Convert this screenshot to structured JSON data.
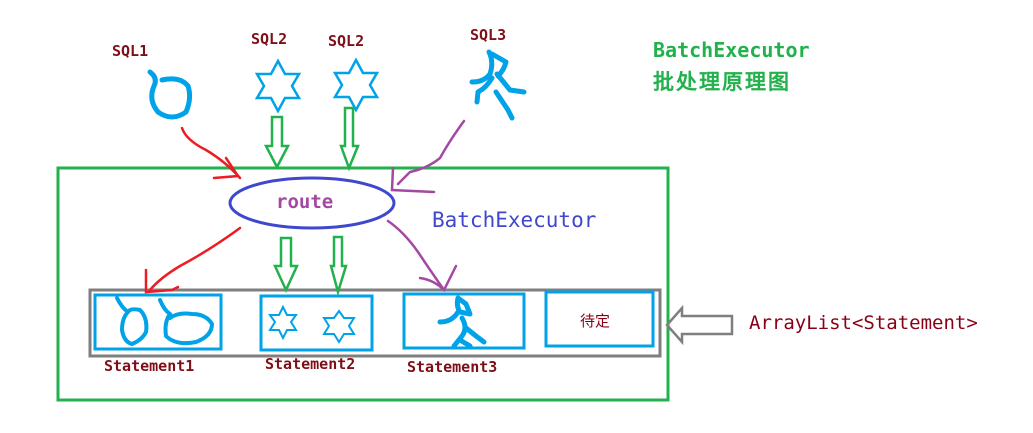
{
  "title": {
    "english": "BatchExecutor",
    "chinese": "批处理原理图"
  },
  "inputs": [
    {
      "label": "SQL1",
      "shape": "circle-scribble",
      "arrow_color": "#ed1c24"
    },
    {
      "label": "SQL2",
      "shape": "six-point-star",
      "arrow_color": "#22b14c"
    },
    {
      "label": "SQL2",
      "shape": "six-point-star",
      "arrow_color": "#22b14c"
    },
    {
      "label": "SQL3",
      "shape": "running-figure",
      "arrow_color": "#a349a4"
    }
  ],
  "executor": {
    "label": "BatchExecutor",
    "router_label": "route",
    "border_color": "#22b14c"
  },
  "statements": [
    {
      "label": "Statement1",
      "content": "two circle scribbles"
    },
    {
      "label": "Statement2",
      "content": "two six-point stars"
    },
    {
      "label": "Statement3",
      "content": "running figure"
    },
    {
      "label": "",
      "content": "待定"
    }
  ],
  "statement_list": {
    "label": "ArrayList<Statement>"
  },
  "colors": {
    "shape_blue": "#00a2e8",
    "sql_label": "#7f0f17",
    "red_arrow": "#ed1c24",
    "green_arrow": "#22b14c",
    "purple_arrow": "#a349a4",
    "route_ellipse": "#3f48cc",
    "list_border": "#7f7f7f"
  }
}
